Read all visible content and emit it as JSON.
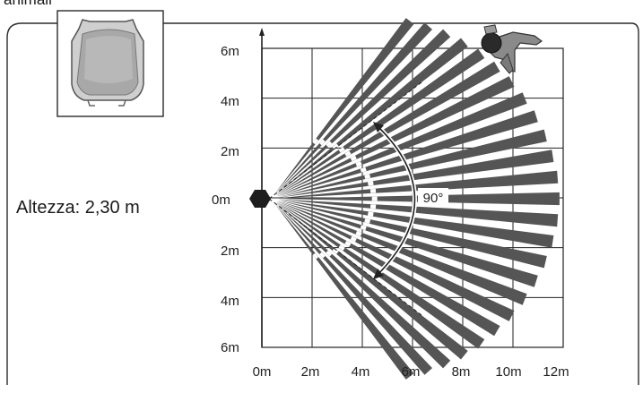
{
  "heading_fragment": "animali",
  "height_label": "Altezza: 2,30 m",
  "angle_label": "90°",
  "y_ticks": [
    "6m",
    "4m",
    "2m",
    "0m",
    "2m",
    "4m",
    "6m"
  ],
  "x_ticks": [
    "0m",
    "2m",
    "4m",
    "6m",
    "8m",
    "10m",
    "12m"
  ],
  "icons": {
    "sensor_thumbnail": "motion-sensor-icon",
    "detector_symbol": "sensor-hexagon-icon",
    "person": "walking-person-icon"
  },
  "colors": {
    "beam": "#555555",
    "grid": "#222222",
    "frame": "#2b2b2b"
  }
}
